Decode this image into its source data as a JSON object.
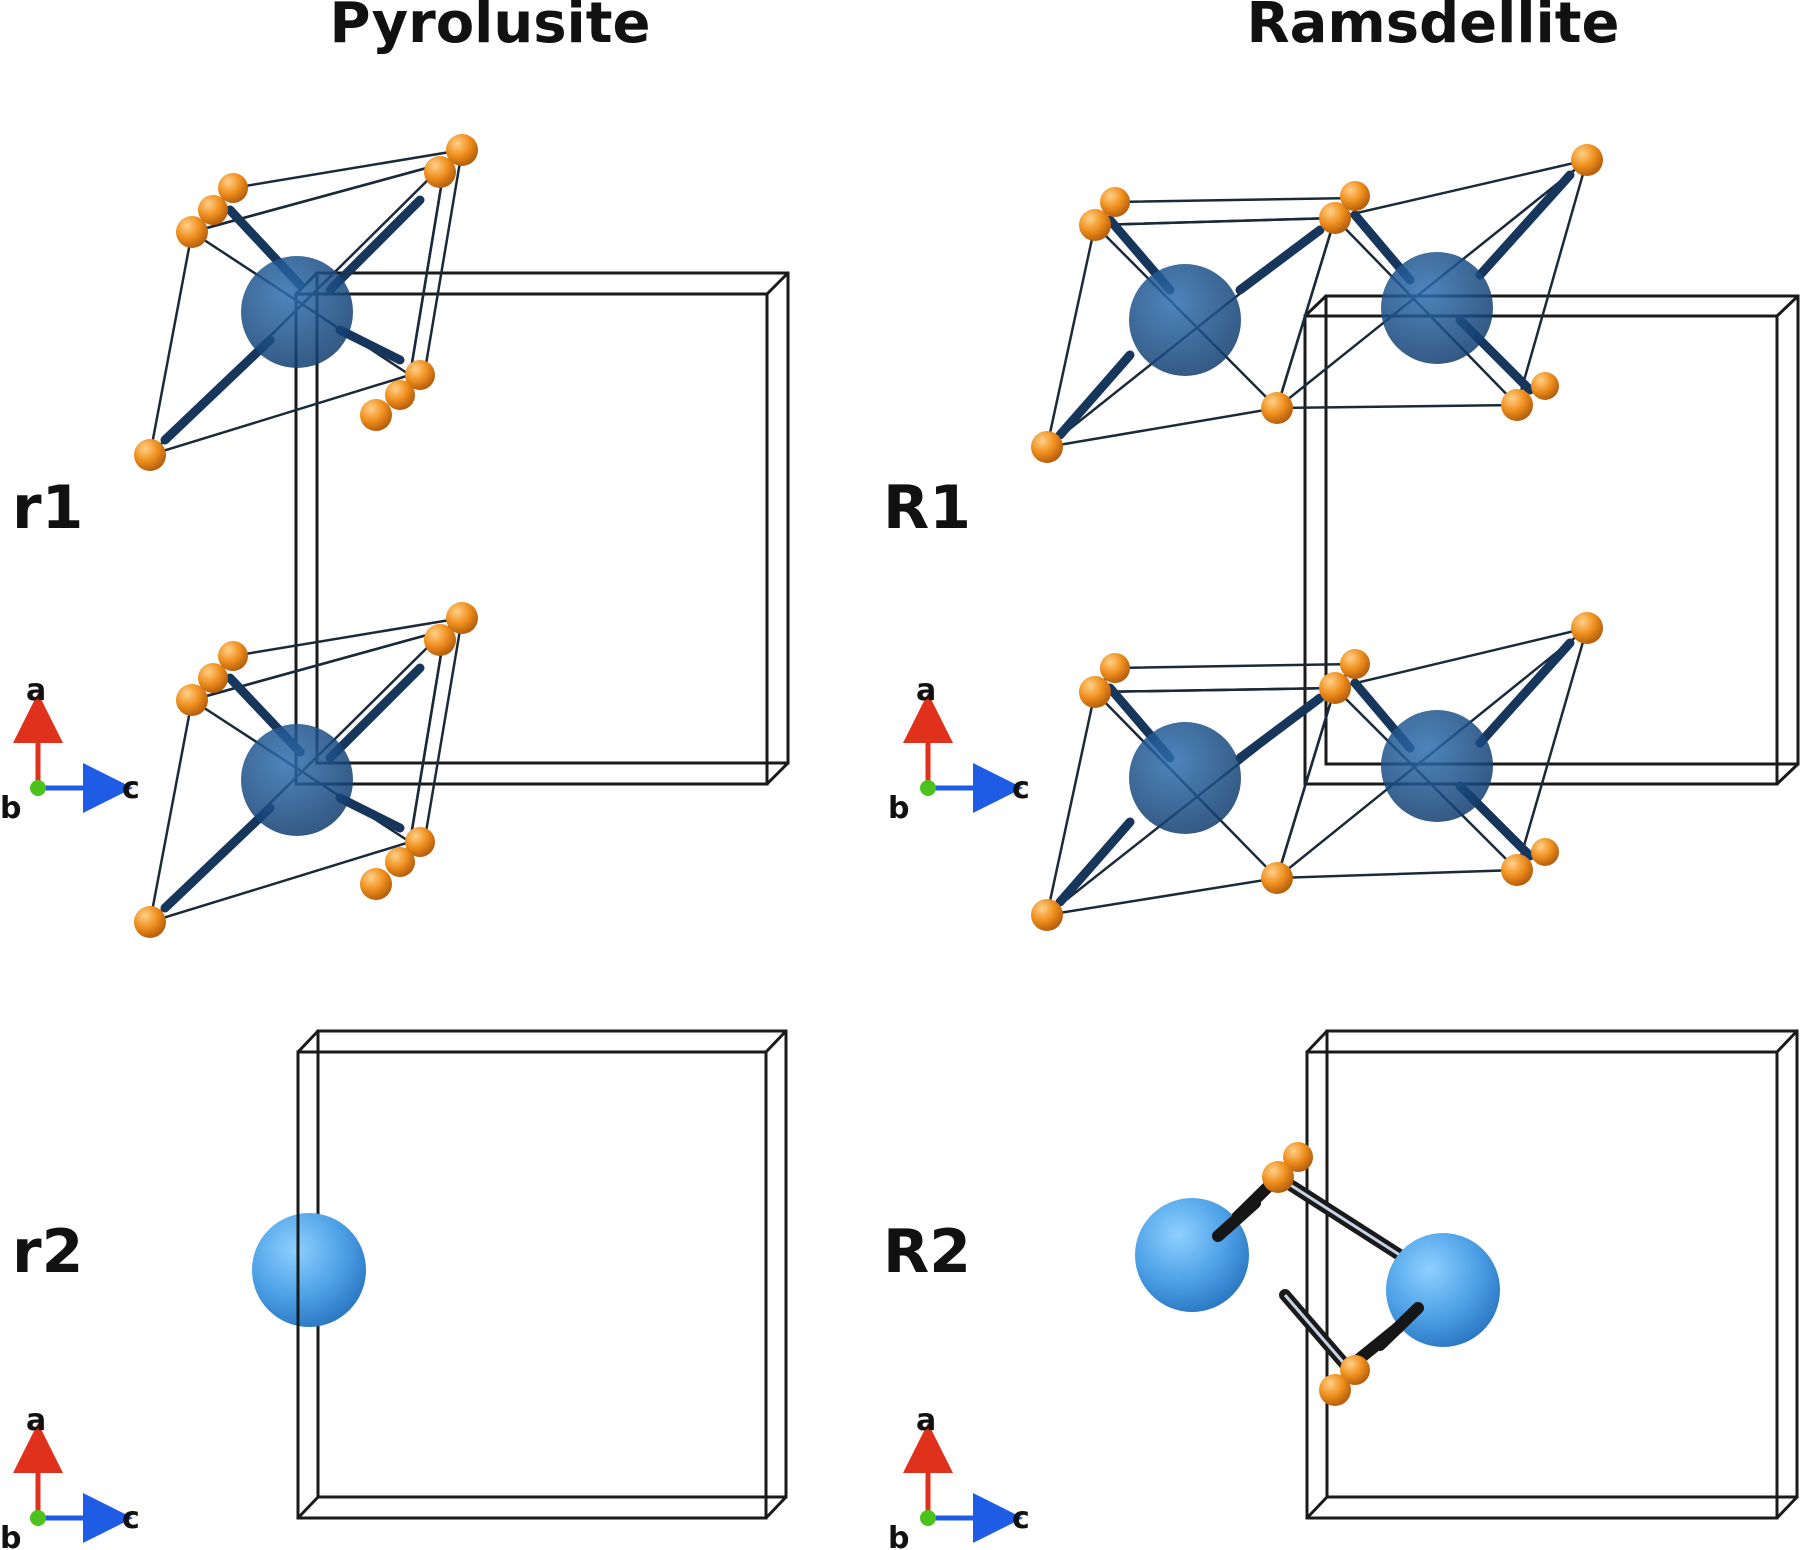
{
  "titles": {
    "left": "Pyrolusite",
    "right": "Ramsdellite"
  },
  "panel_labels": {
    "r1": "r1",
    "R1": "R1",
    "r2": "r2",
    "R2": "R2"
  },
  "axes": {
    "a": "a",
    "b": "b",
    "c": "c"
  },
  "colors": {
    "octahedron_face": "#2566a6",
    "octahedron_dark": "#123f73",
    "oxygen": "#f0901e",
    "manganese_sphere": "#4da1e6",
    "axis_a": "#e0311c",
    "axis_b": "#4cc21d",
    "axis_c": "#1f5ce6",
    "cell_edges": "#1a1a1a"
  }
}
